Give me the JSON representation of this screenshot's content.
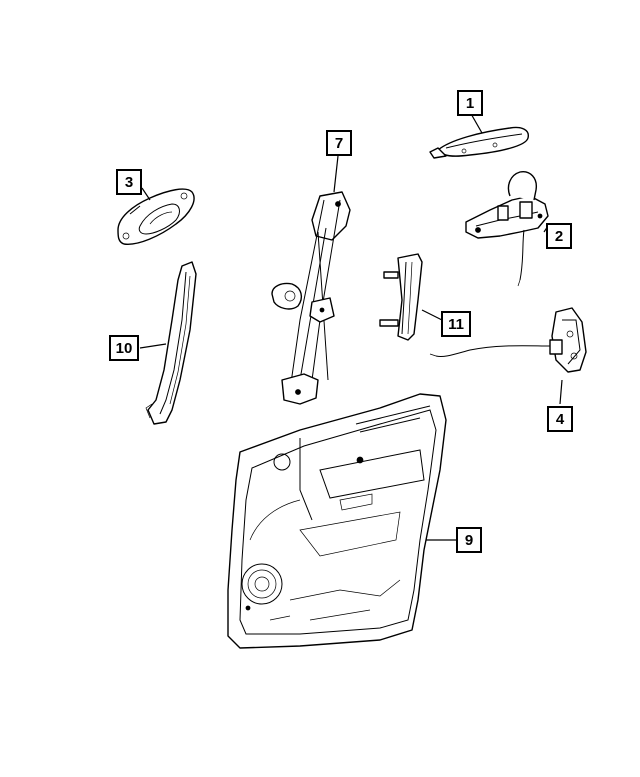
{
  "callouts": {
    "c1": "1",
    "c2": "2",
    "c3": "3",
    "c4": "4",
    "c7": "7",
    "c9": "9",
    "c10": "10",
    "c11": "11"
  },
  "colors": {
    "line": "#000000",
    "background": "#ffffff"
  }
}
